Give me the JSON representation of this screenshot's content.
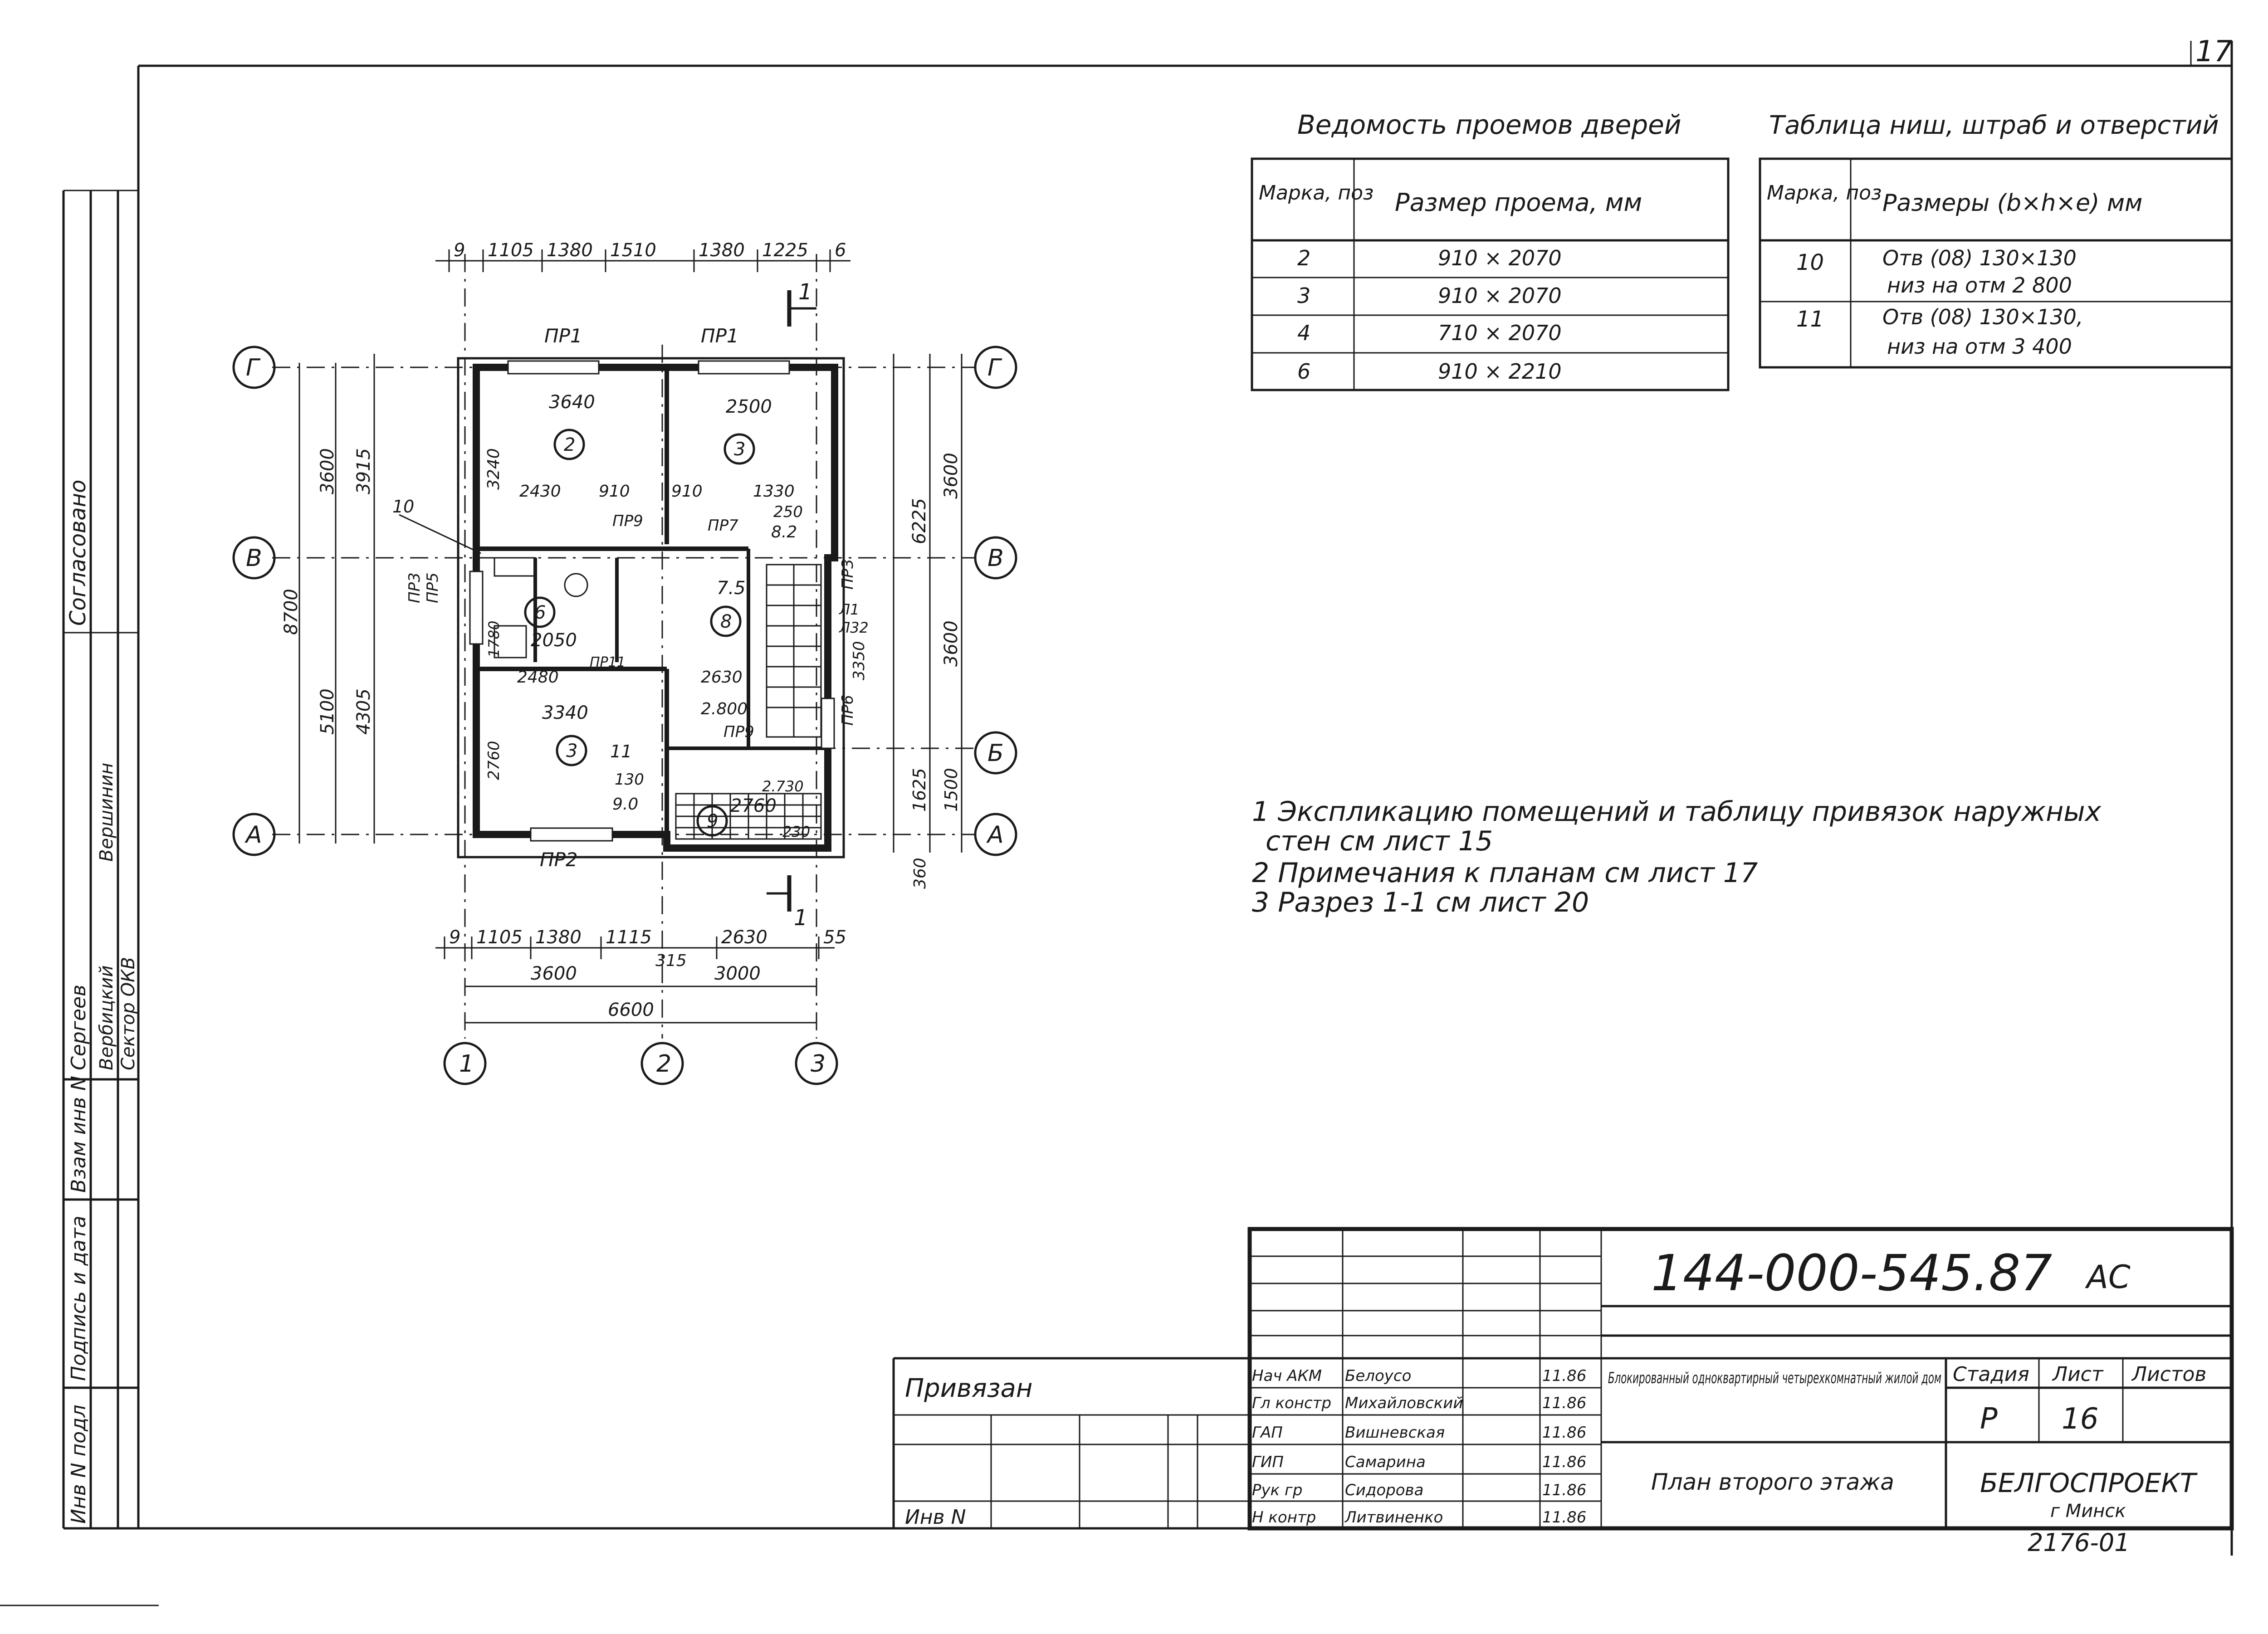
{
  "sheet_number_corner": "17",
  "doors_table": {
    "title": "Ведомость проемов дверей",
    "header_mark": "Марка, поз",
    "header_size": "Размер проема, мм",
    "rows": [
      {
        "mark": "2",
        "size": "910 × 2070"
      },
      {
        "mark": "3",
        "size": "910 × 2070"
      },
      {
        "mark": "4",
        "size": "710 × 2070"
      },
      {
        "mark": "6",
        "size": "910 × 2210"
      }
    ]
  },
  "niches_table": {
    "title": "Таблица ниш, штраб и отверстий",
    "header_mark": "Марка, поз",
    "header_size": "Размеры (b×h×e) мм",
    "rows": [
      {
        "mark": "10",
        "line1": "Отв (08) 130×130",
        "line2": "низ на отм 2 800"
      },
      {
        "mark": "11",
        "line1": "Отв (08) 130×130,",
        "line2": "низ на отм 3 400"
      }
    ]
  },
  "notes": [
    "1 Экспликацию помещений и таблицу привязок наружных",
    "стен см лист 15",
    "2 Примечания к планам см лист 17",
    "3 Разрез 1-1 см лист 20"
  ],
  "plan": {
    "axes_letters": [
      "Г",
      "В",
      "Б",
      "А"
    ],
    "axes_numbers": [
      "1",
      "2",
      "3"
    ],
    "top_dims": [
      "9",
      "1105",
      "1380",
      "1510",
      "1380",
      "1225",
      "6"
    ],
    "bottom_dims": [
      "9",
      "1105",
      "1380",
      "1115",
      "2630",
      "55"
    ],
    "bottom_totals": [
      "3600",
      "315",
      "3000"
    ],
    "bottom_overall": "6600",
    "left_dims": [
      "3600",
      "3915",
      "8700",
      "5100",
      "4305"
    ],
    "right_dims": [
      "3600",
      "6225",
      "3600",
      "1500",
      "1625",
      "360"
    ],
    "openings": [
      "ПР1",
      "ПР1",
      "ПР2",
      "ПР3",
      "ПР5",
      "ПР6",
      "ПР3",
      "ПР9",
      "ПР7",
      "ПР11",
      "ПР9"
    ],
    "rooms": [
      {
        "mark": "2",
        "w": "3640"
      },
      {
        "mark": "3",
        "w": "2500"
      },
      {
        "mark": "3",
        "w": "3340"
      },
      {
        "mark": "8",
        "w": "7.5"
      },
      {
        "mark": "6",
        "w": "2050"
      },
      {
        "mark": "9",
        "w": "2760"
      }
    ],
    "inner_dims": [
      "3240",
      "2430",
      "910",
      "910",
      "1330",
      "250",
      "8.2",
      "2480",
      "2630",
      "2.800",
      "2760",
      "9.0",
      "130",
      "11",
      "2.730",
      "230",
      "10",
      "3350",
      "1780",
      "Л1",
      "Л32"
    ],
    "section_mark": "1"
  },
  "stamps": {
    "left_strip": [
      "Согласовано",
      "Подпись и дата",
      "Взам инв N",
      "Инв N подл"
    ],
    "left_strip_names": [
      "Сергеев",
      "Вербицкий",
      "Вершинин",
      "Сектор ОКВ"
    ]
  },
  "title_block": {
    "code": "144-000-545.87",
    "code_suffix": "АС",
    "linked": "Привязан",
    "inv_no": "Инв N",
    "roles": [
      "Нач АКМ",
      "Гл констр",
      "ГАП",
      "ГИП",
      "Рук гр",
      "Н контр"
    ],
    "names": [
      "Белоусо",
      "Михайловский",
      "Вишневская",
      "Самарина",
      "Сидорова",
      "Литвиненко"
    ],
    "dates": [
      "11.86",
      "11.86",
      "11.86",
      "11.86",
      "11.86",
      "11.86"
    ],
    "project_name": "Блокированный одноквартирный четырехкомнатный жилой дом",
    "sheet_name": "План второго этажа",
    "stage_label": "Стадия",
    "sheet_label": "Лист",
    "sheets_label": "Листов",
    "stage": "Р",
    "sheet": "16",
    "org": "БЕЛГОСПРОЕКТ",
    "city": "г Минск",
    "bottom_code": "2176-01"
  }
}
